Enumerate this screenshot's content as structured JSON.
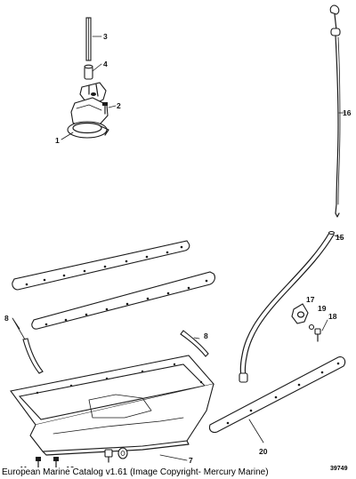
{
  "callouts": {
    "c1": "1",
    "c2": "2",
    "c3": "3",
    "c4": "4",
    "c7": "7",
    "c8a": "8",
    "c8b": "8",
    "c11": "11",
    "c12": "12",
    "c15": "15",
    "c16": "16",
    "c17": "17",
    "c18": "18",
    "c19": "19",
    "c20": "20"
  },
  "figure_code": "39749",
  "caption": "European Marine Catalog v1.61 (Image Copyright- Mercury Marine)"
}
